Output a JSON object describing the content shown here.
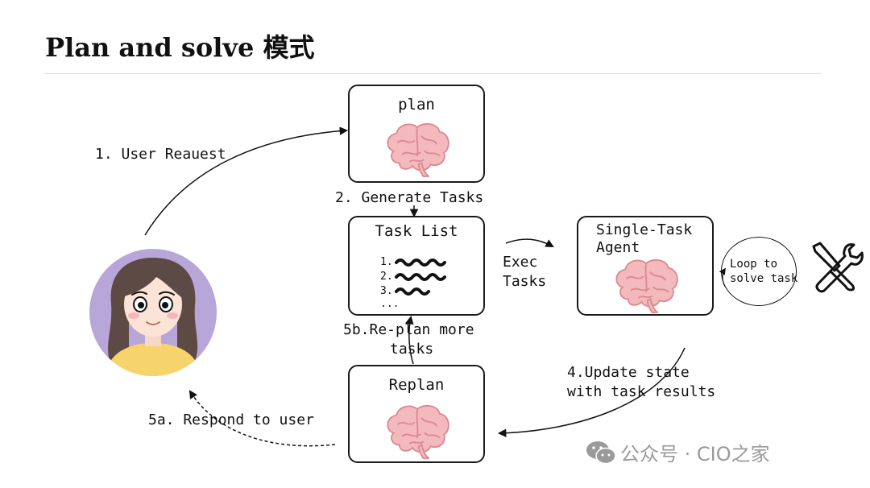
{
  "title": "Plan and solve 模式",
  "boxes": {
    "plan": "plan",
    "task_list": "Task List",
    "agent_line1": "Single-Task",
    "agent_line2": "Agent",
    "replan": "Replan"
  },
  "task_items": [
    "1.",
    "2.",
    "3.",
    "..."
  ],
  "loop_circle": {
    "line1": "Loop to",
    "line2": "solve task"
  },
  "edges": {
    "user_request": "1. User Reauest",
    "generate_tasks": "2. Generate Tasks",
    "exec_line1": "Exec",
    "exec_line2": "Tasks",
    "update_line1": "4.Update state",
    "update_line2": "with task results",
    "replan_line1": "5b.Re-plan more",
    "replan_line2": "tasks",
    "respond": "5a. Respond to user"
  },
  "icons": [
    "brain-icon",
    "user-avatar",
    "tools-icon",
    "wechat-icon"
  ],
  "colors": {
    "brain": "#f4b9bd",
    "brain_line": "#d98a90",
    "avatar_bg": "#b8a6d9",
    "hair": "#5e4a45",
    "skin": "#fbe4d6",
    "shirt": "#f7d36b",
    "watermark": "#9a9a9a"
  },
  "watermark": "公众号 · CIO之家"
}
